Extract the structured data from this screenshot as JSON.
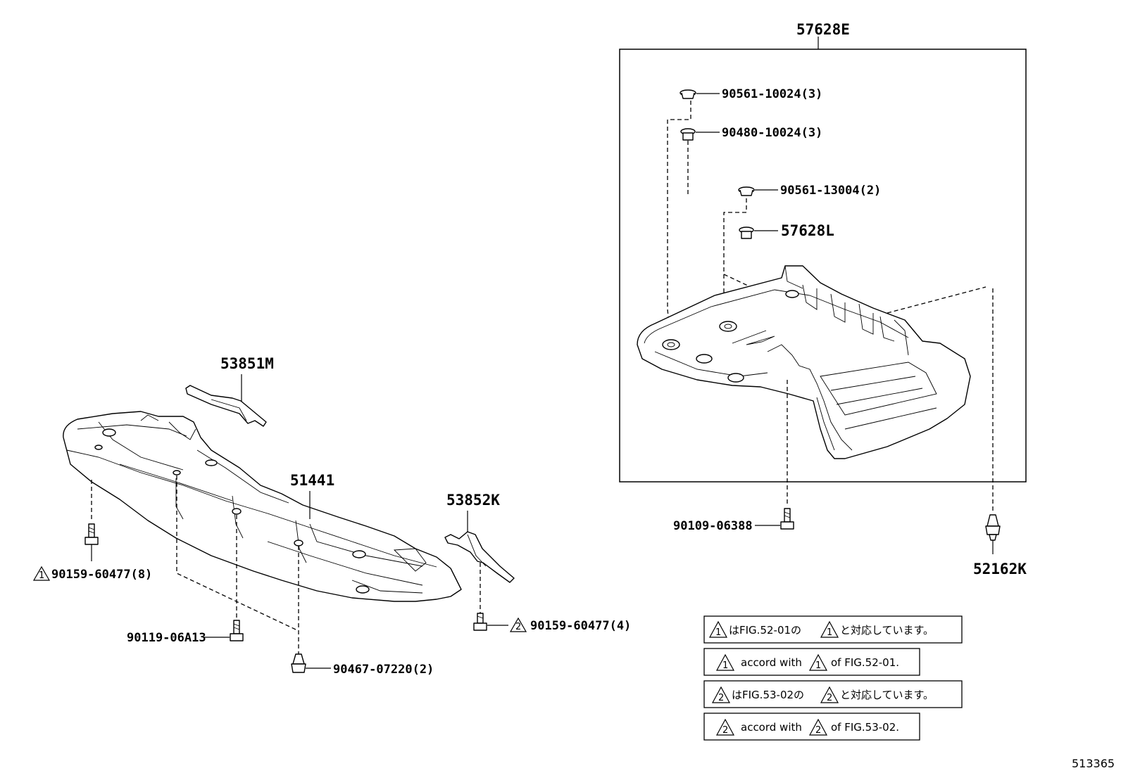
{
  "labels": {
    "p57628E": "57628E",
    "p90561_10024": "90561-10024(3)",
    "p90480_10024": "90480-10024(3)",
    "p90561_13004": "90561-13004(2)",
    "p57628L": "57628L",
    "p90109_06388": "90109-06388",
    "p52162K": "52162K",
    "p53851M": "53851M",
    "p51441": "51441",
    "p53852K": "53852K",
    "p90159_60477_8": "90159-60477(8)",
    "p90159_60477_4": "90159-60477(4)",
    "p90119_06A13": "90119-06A13",
    "p90467_07220": "90467-07220(2)"
  },
  "markers": {
    "one": "1",
    "two": "2"
  },
  "notes": {
    "n1_jp_a": "はFIG.52-01の",
    "n1_jp_b": "と対応しています。",
    "n1_en_a": "accord with",
    "n1_en_b": "of FIG.52-01.",
    "n2_jp_a": "はFIG.53-02の",
    "n2_jp_b": "と対応しています。",
    "n2_en_a": "accord with",
    "n2_en_b": "of FIG.53-02."
  },
  "figure_id": "513365"
}
